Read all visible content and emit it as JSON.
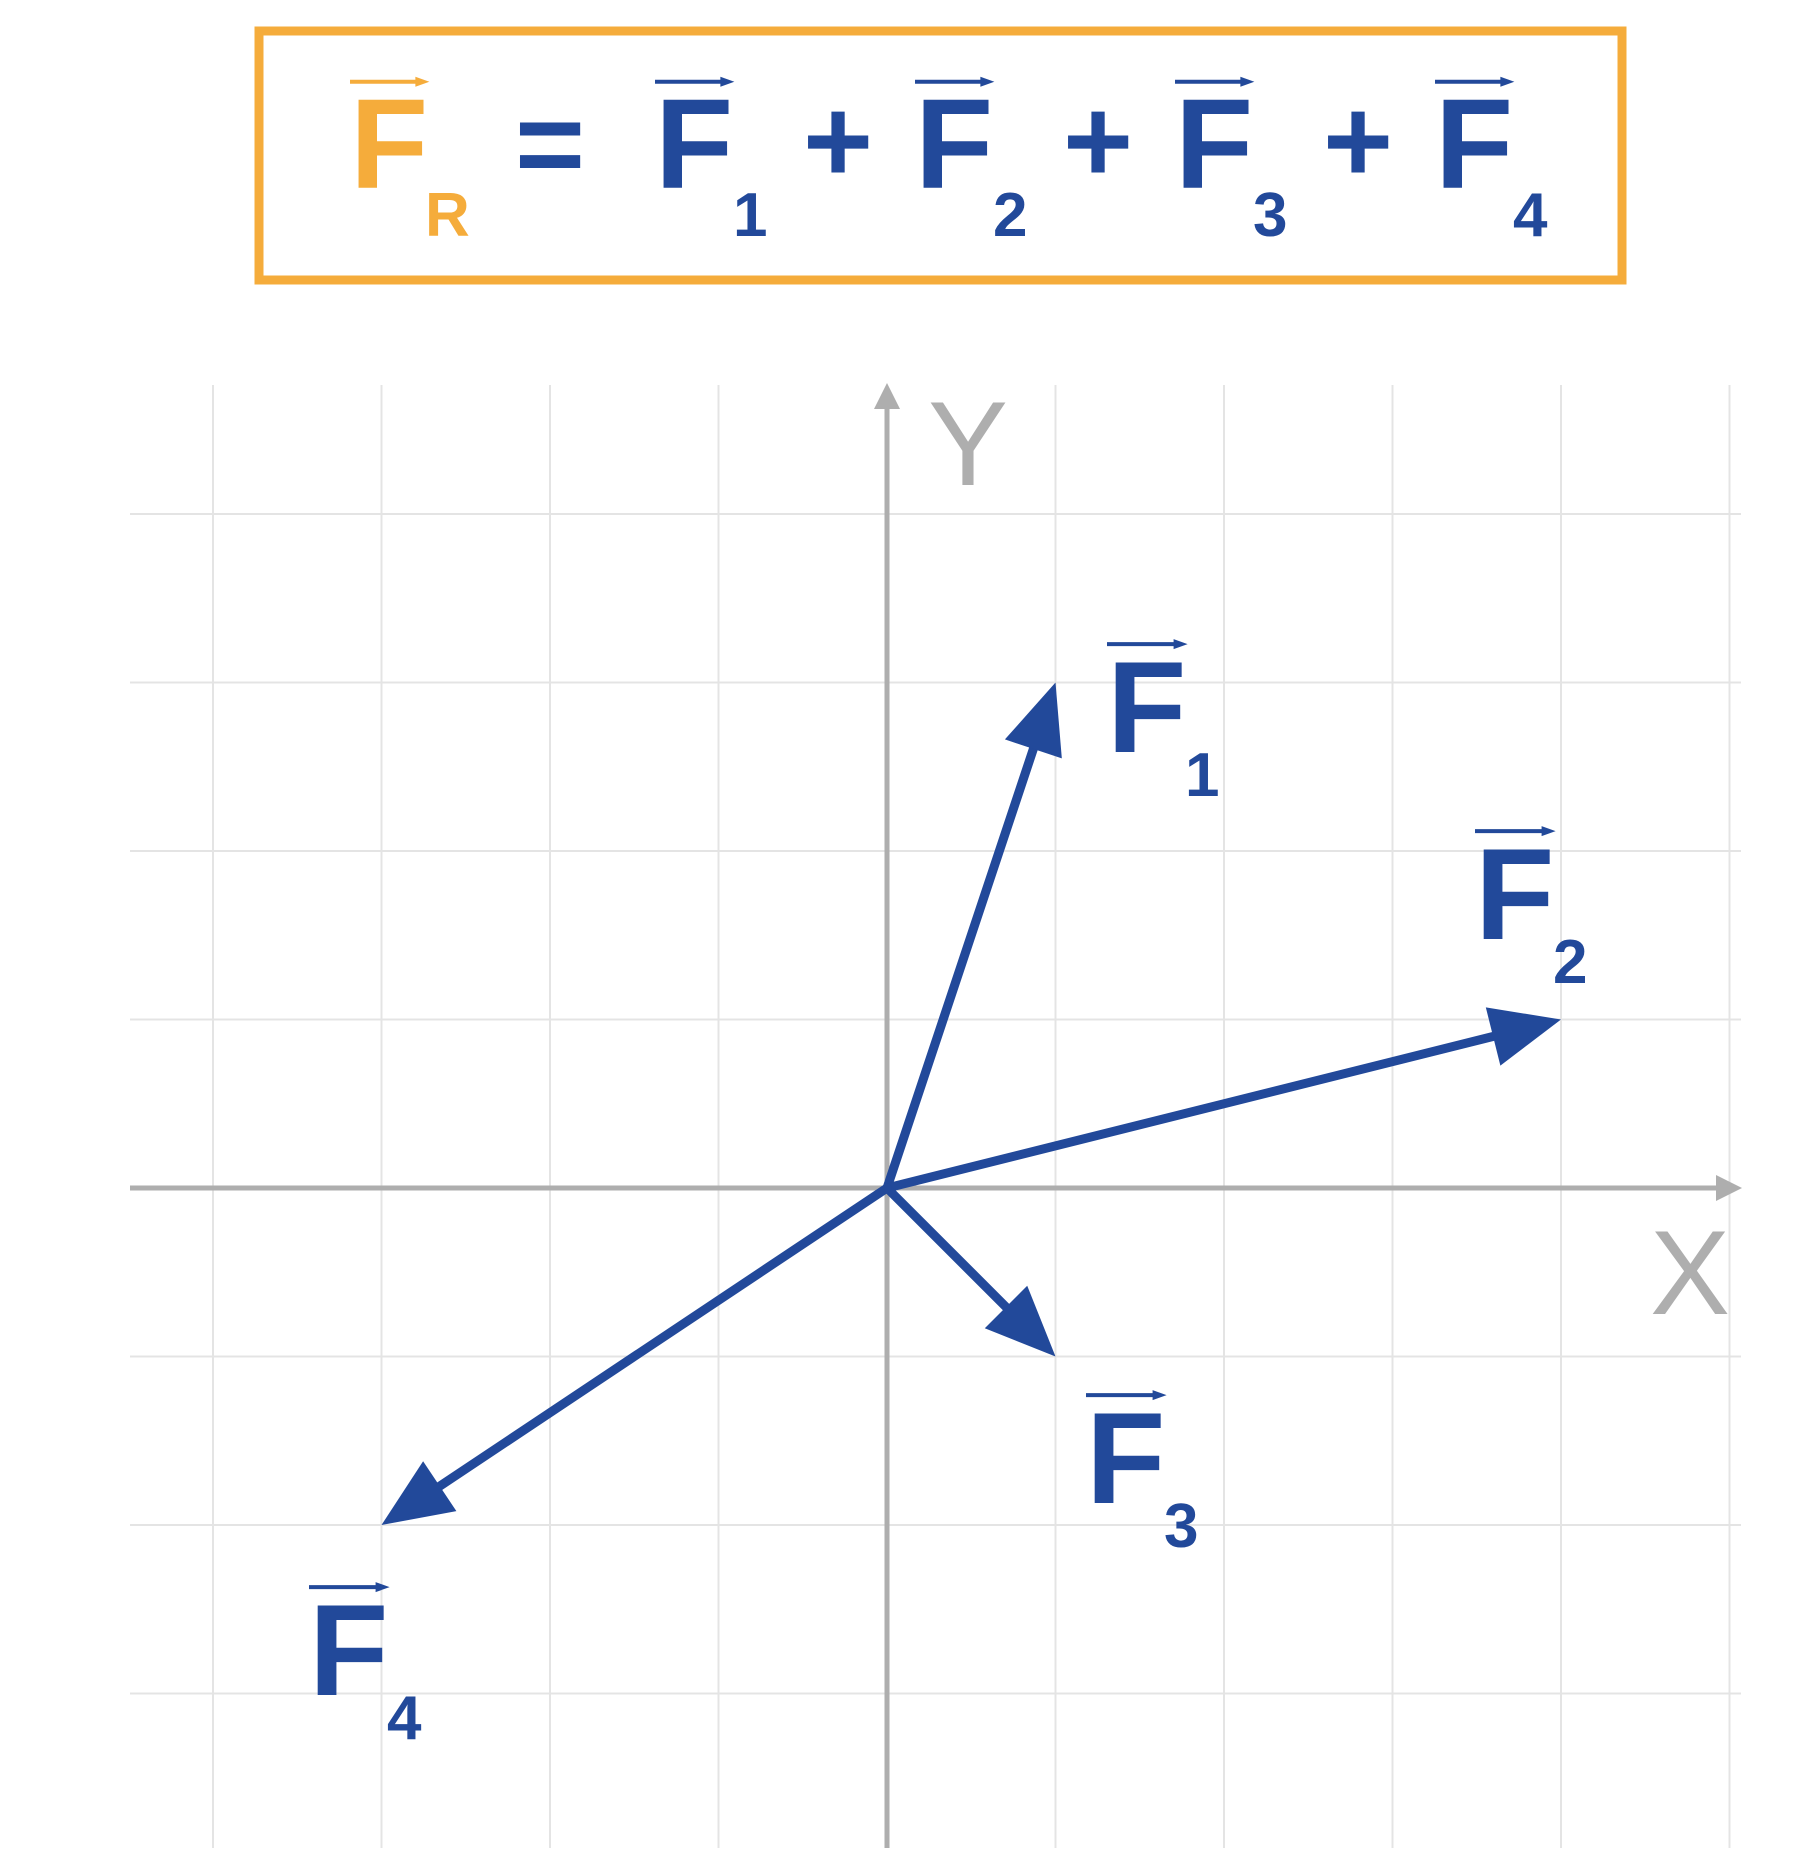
{
  "colors": {
    "resultant": "#F5AC3B",
    "vector": "#22499A",
    "axis": "#AEAEAE",
    "grid": "#E4E4E4",
    "background": "#FFFFFF"
  },
  "equation": {
    "resultant": {
      "symbol": "F",
      "subscript": "R"
    },
    "equals": "=",
    "terms": [
      {
        "symbol": "F",
        "subscript": "1"
      },
      {
        "symbol": "F",
        "subscript": "2"
      },
      {
        "symbol": "F",
        "subscript": "3"
      },
      {
        "symbol": "F",
        "subscript": "4"
      }
    ],
    "plus": "+"
  },
  "axes": {
    "x_label": "X",
    "y_label": "Y",
    "x_range": [
      -4.5,
      5.1
    ],
    "y_range": [
      -3.9,
      4.8
    ]
  },
  "vectors": [
    {
      "name": "F1",
      "symbol": "F",
      "subscript": "1",
      "x": 1,
      "y": 3
    },
    {
      "name": "F2",
      "symbol": "F",
      "subscript": "2",
      "x": 4,
      "y": 1
    },
    {
      "name": "F3",
      "symbol": "F",
      "subscript": "3",
      "x": 1,
      "y": -1
    },
    {
      "name": "F4",
      "symbol": "F",
      "subscript": "4",
      "x": -3,
      "y": -2
    }
  ]
}
